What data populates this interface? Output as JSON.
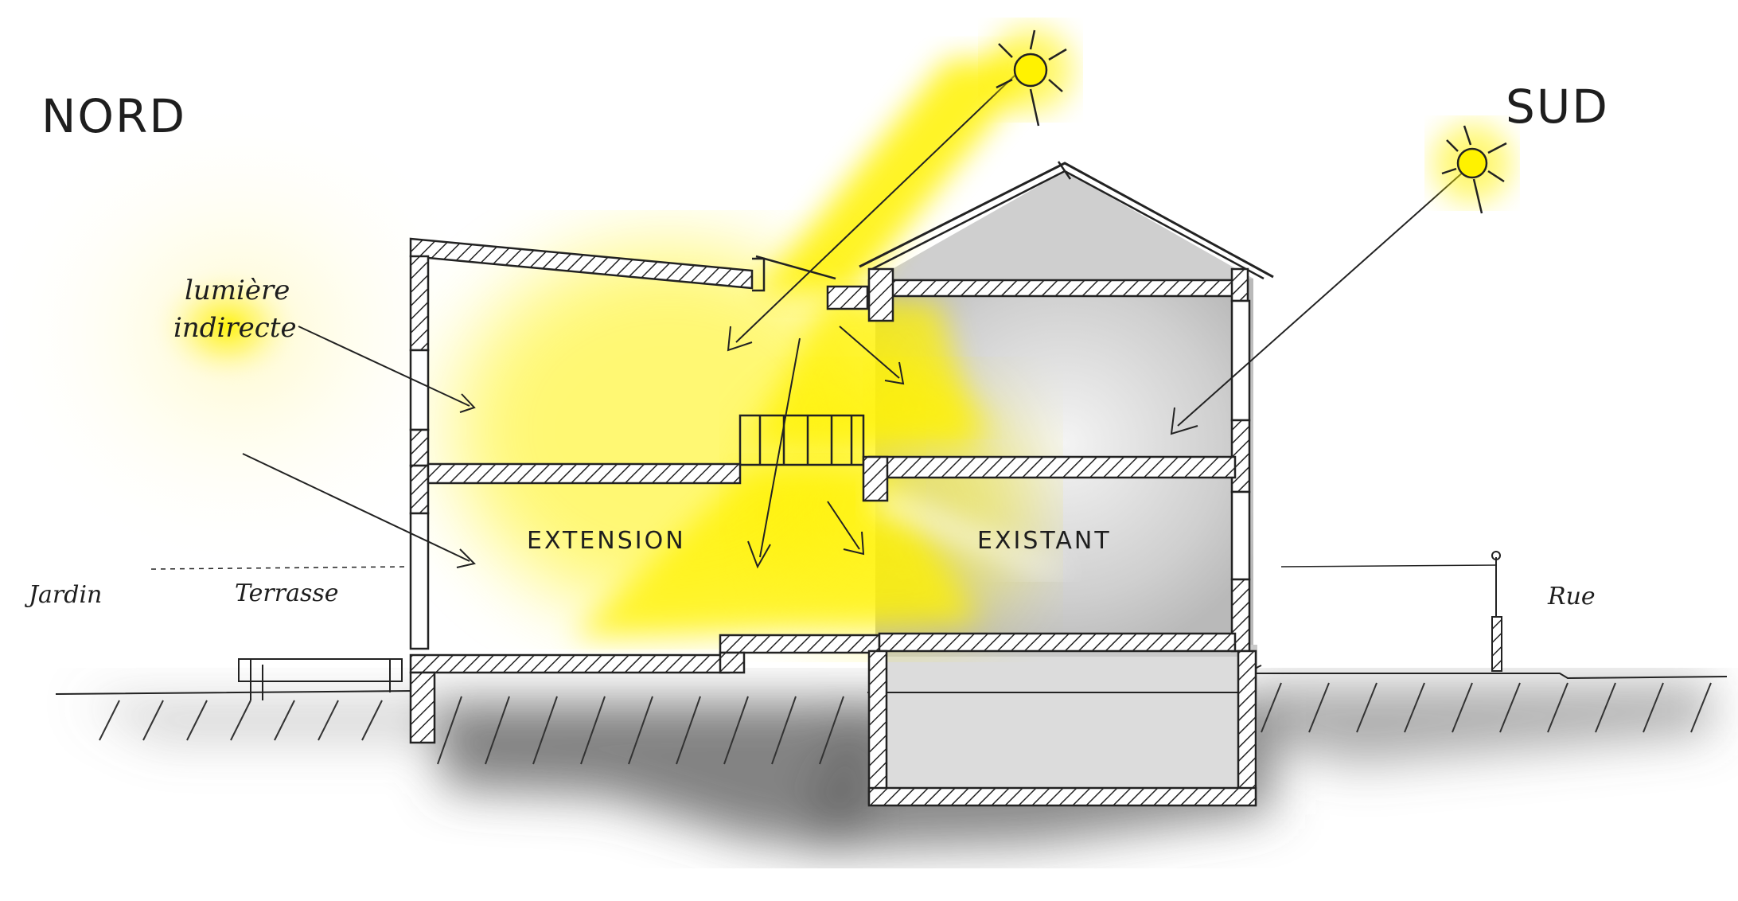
{
  "labels": {
    "north": "NORD",
    "south": "SUD",
    "indirect_line1": "lumière",
    "indirect_line2": "indirecte",
    "extension": "EXTENSION",
    "existing": "EXISTANT",
    "garden": "Jardin",
    "terrace": "Terrasse",
    "street": "Rue"
  },
  "colors": {
    "sunlight": "#fff200",
    "glow": "#fffb8c",
    "ink": "#222222",
    "existing_fill": "#d9d9d9",
    "ground_shadow": "#6e6e6e",
    "background": "#ffffff"
  },
  "icons": {
    "sun_top": "sun-icon",
    "sun_right": "sun-icon"
  }
}
